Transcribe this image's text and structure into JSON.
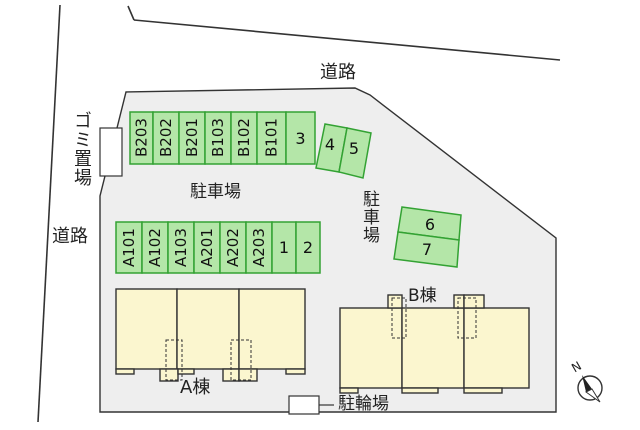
{
  "labels": {
    "road_top": "道路",
    "road_left": "道路",
    "garbage": "ゴミ置場",
    "parking_center": "駐車場",
    "parking_right": "駐車場",
    "building_a": "A棟",
    "building_b": "B棟",
    "bicycle_parking": "駐輪場"
  },
  "parking_rows": {
    "top": [
      "B203",
      "B202",
      "B201",
      "B103",
      "B102",
      "B101",
      "3"
    ],
    "top_angled": [
      "4",
      "5"
    ],
    "bottom": [
      "A101",
      "A102",
      "A103",
      "A201",
      "A202",
      "A203",
      "1",
      "2"
    ],
    "right": [
      "6",
      "7"
    ]
  },
  "compass": {
    "north": "N"
  },
  "colors": {
    "lot": "#eeeeee",
    "parking_fill": "#b4e6a8",
    "parking_stroke": "#33a233",
    "building_fill": "#fbf6cf",
    "outline": "#333333"
  }
}
